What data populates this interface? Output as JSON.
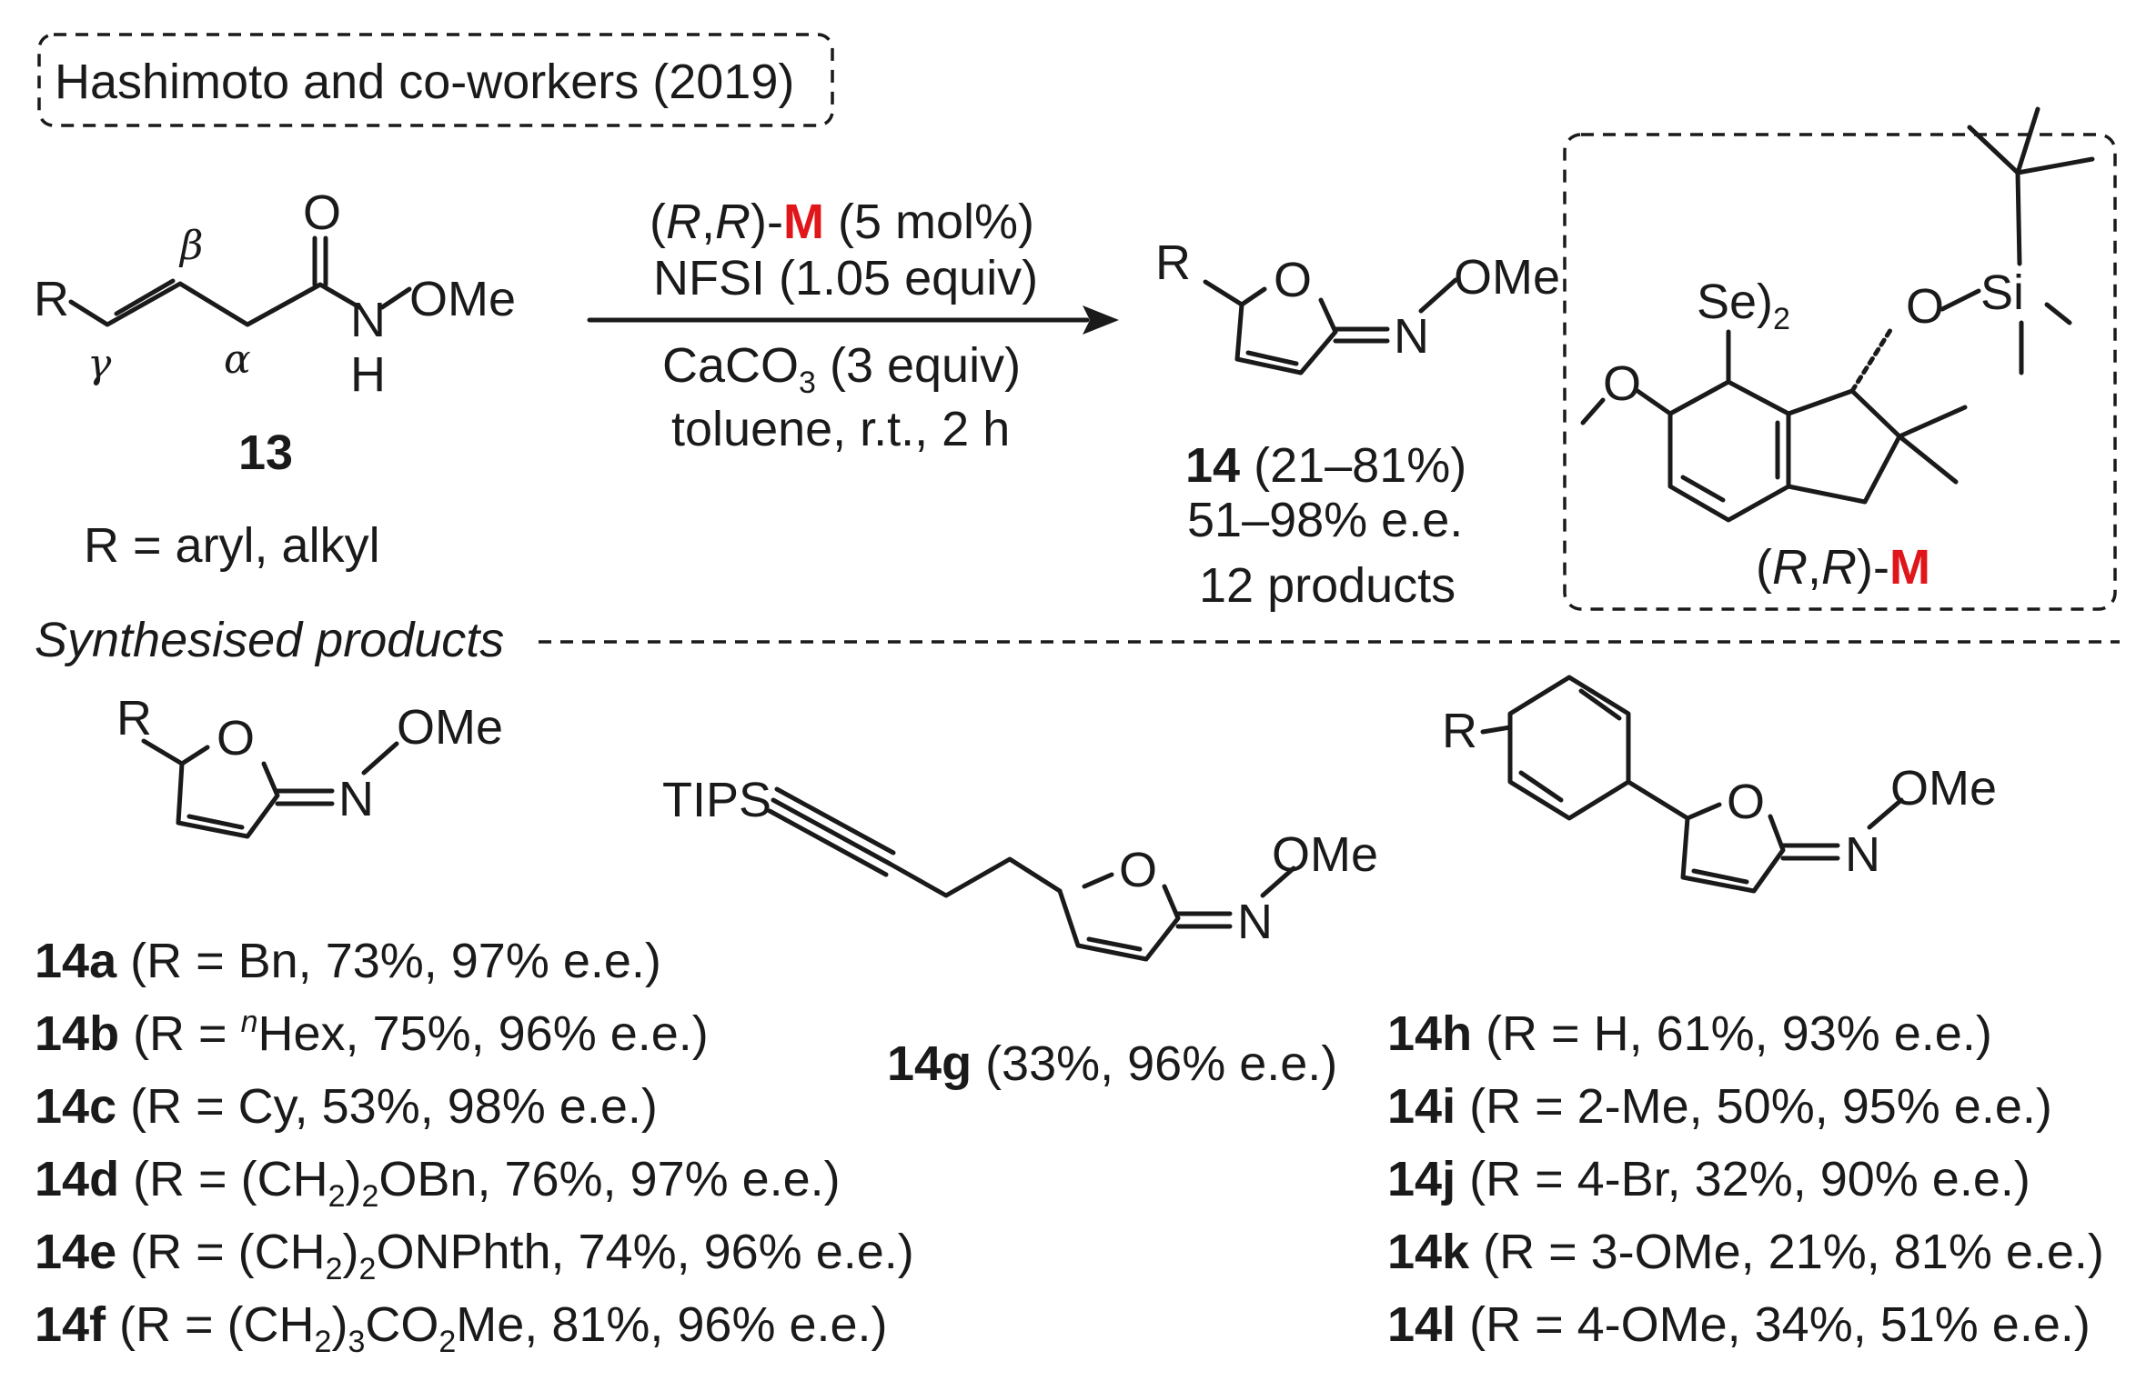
{
  "header": {
    "citation": "Hashimoto and co-workers (2019)"
  },
  "substrate": {
    "label": "13",
    "r_group": "R",
    "r_definition": "R = aryl, alkyl",
    "beta": "β",
    "gamma": "γ",
    "alpha": "α",
    "o": "O",
    "n": "N",
    "h": "H",
    "ome": "OMe"
  },
  "conditions": {
    "catalyst_prefix": "(",
    "catalyst_r1": "R",
    "catalyst_comma": ",",
    "catalyst_r2": "R",
    "catalyst_close": ")-",
    "catalyst_m": "M",
    "catalyst_loading": " (5 mol%)",
    "oxidant": "NFSI (1.05 equiv)",
    "base_pre": "CaCO",
    "base_sub": "3",
    "base_post": " (3 equiv)",
    "solvent_time": "toluene, r.t., 2 h"
  },
  "product": {
    "r_group": "R",
    "o": "O",
    "n": "N",
    "ome": "OMe",
    "label": "14",
    "yield": " (21–81%)",
    "ee": "51–98% e.e.",
    "count": "12 products"
  },
  "catalyst_box": {
    "se": "Se)",
    "se_sub": "2",
    "o": "O",
    "si": "Si",
    "methoxy_o": "O",
    "label_prefix": "(",
    "label_r1": "R",
    "label_comma": ",",
    "label_r2": "R",
    "label_close": ")-",
    "label_m": "M"
  },
  "section_title": "Synthesised products",
  "generic_product": {
    "r_group": "R",
    "o": "O",
    "n": "N",
    "ome": "OMe"
  },
  "left_products": [
    {
      "id": "14a",
      "pre": " (R = Bn, 73%, 97% e.e.)",
      "sub": "",
      "post": ""
    },
    {
      "id": "14b",
      "pre": " (R = ",
      "sup": "n",
      "post": "Hex, 75%, 96% e.e.)"
    },
    {
      "id": "14c",
      "pre": " (R = Cy, 53%, 98% e.e.)",
      "sub": "",
      "post": ""
    },
    {
      "id": "14d",
      "pre": " (R = (CH",
      "sub": "2",
      "post": ")",
      "sub2": "2",
      "post2": "OBn, 76%, 97% e.e.)"
    },
    {
      "id": "14e",
      "pre": " (R = (CH",
      "sub": "2",
      "post": ")",
      "sub2": "2",
      "post2": "ONPhth, 74%, 96% e.e.)"
    },
    {
      "id": "14f",
      "pre": " (R = (CH",
      "sub": "2",
      "post": ")",
      "sub2": "3",
      "post2": "CO",
      "sub3": "2",
      "post3": "Me, 81%, 96% e.e.)"
    }
  ],
  "tips_product": {
    "tips": "TIPS",
    "o": "O",
    "n": "N",
    "ome": "OMe",
    "id": "14g",
    "text": " (33%, 96% e.e.)"
  },
  "aryl_product": {
    "r_group": "R",
    "o": "O",
    "n": "N",
    "ome": "OMe"
  },
  "right_products": [
    {
      "id": "14h",
      "text": " (R = H, 61%, 93% e.e.)"
    },
    {
      "id": "14i",
      "text": " (R = 2-Me, 50%, 95% e.e.)"
    },
    {
      "id": "14j",
      "text": " (R = 4-Br, 32%, 90% e.e.)"
    },
    {
      "id": "14k",
      "text": " (R = 3-OMe, 21%, 81% e.e.)"
    },
    {
      "id": "14l",
      "text": " (R = 4-OMe, 34%, 51% e.e.)"
    }
  ],
  "colors": {
    "ink": "#1a1a1a",
    "accent": "#e0161b"
  }
}
